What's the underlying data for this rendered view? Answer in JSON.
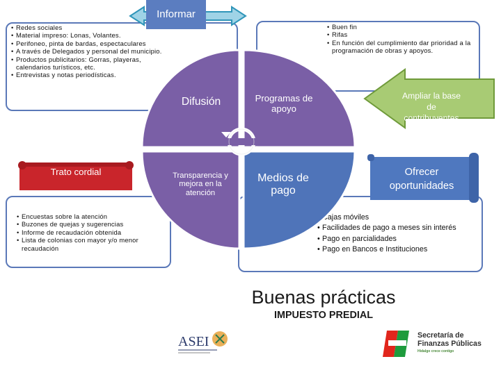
{
  "informar": "Informar",
  "top_left_items": [
    "Redes sociales",
    "Material impreso: Lonas, Volantes.",
    "Perifoneo, pinta de bardas, espectaculares",
    "A través de Delegados y personal del municipio.",
    "Productos publicitarios: Gorras, playeras, calendarios turísticos, etc.",
    "Entrevistas y notas periodísticas."
  ],
  "top_right_items": [
    "Buen fin",
    "Rifas",
    "En función del cumplimiento dar prioridad a la programación de obras y apoyos."
  ],
  "quadrants": {
    "difusion": "Difusión",
    "programas": "Programas de apoyo",
    "transparencia": "Transparencia y mejora en la atención",
    "medios": "Medios de pago"
  },
  "ampliar": "Ampliar la base de contribuyentes",
  "trato": "Trato cordial",
  "ofrecer": "Ofrecer oportunidades",
  "bottom_left_items": [
    "Encuestas sobre la atención",
    "Buzones de quejas y sugerencias",
    "Informe de recaudación obtenida",
    "Lista de colonias con mayor y/o menor recaudación"
  ],
  "bottom_right_items": [
    "Cajas móviles",
    "Facilidades de pago a meses sin interés",
    "Pago en parcialidades",
    "Pago en Bancos e Instituciones"
  ],
  "main_title": "Buenas prácticas",
  "subtitle": "IMPUESTO PREDIAL",
  "asei_logo": "ASEI",
  "secretaria": {
    "line1": "Secretaría de",
    "line2": "Finanzas Públicas",
    "line3": "Hidalgo crece contigo"
  },
  "colors": {
    "purple": "#7a5fa6",
    "blue": "#4f74b9",
    "green": "#9bbf62",
    "box_border": "#5a78b8",
    "red": "#c9252b"
  }
}
